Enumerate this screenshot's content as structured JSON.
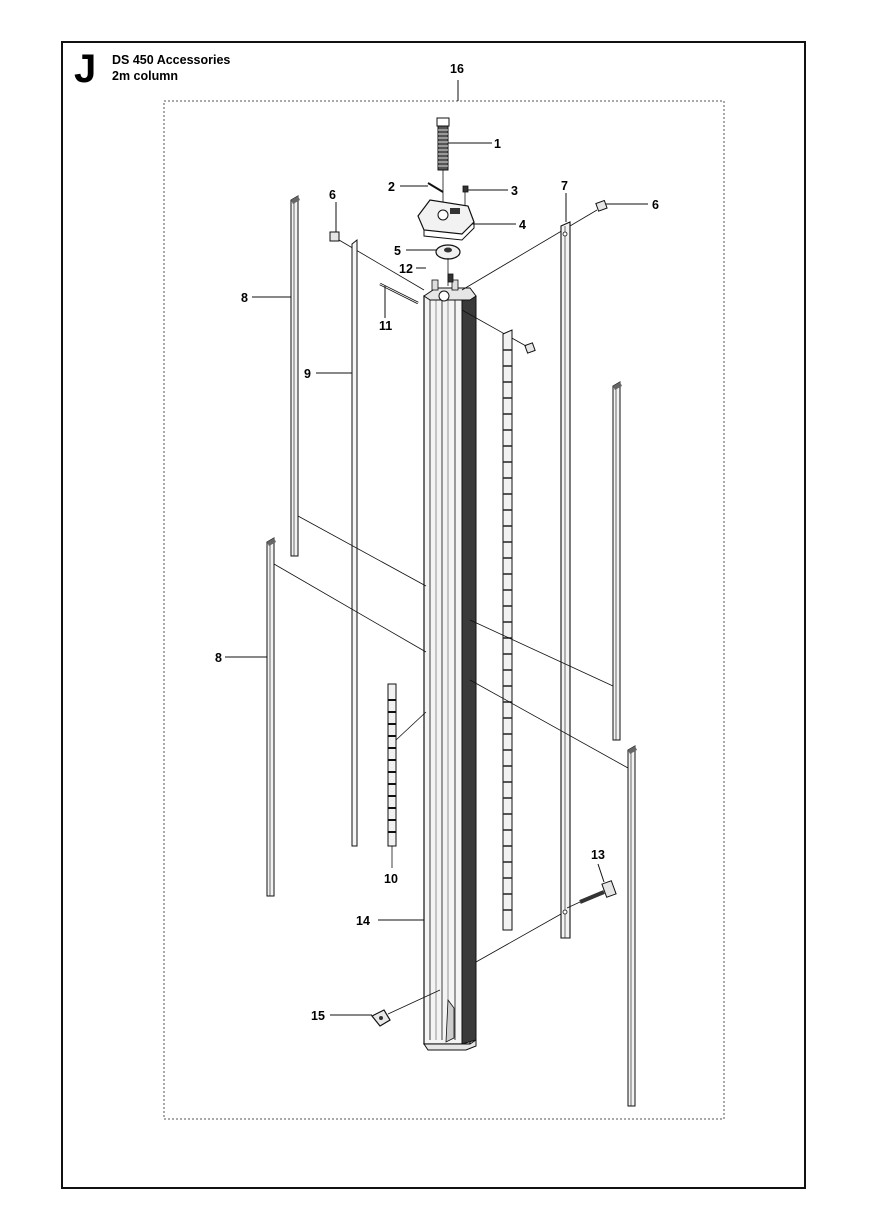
{
  "header": {
    "section_letter": "J",
    "title_line1": "DS 450 Accessories",
    "title_line2": "2m column"
  },
  "callouts": {
    "c1": "1",
    "c2": "2",
    "c3": "3",
    "c4": "4",
    "c5": "5",
    "c6a": "6",
    "c6b": "6",
    "c7": "7",
    "c8a": "8",
    "c8b": "8",
    "c9": "9",
    "c10": "10",
    "c11": "11",
    "c12": "12",
    "c13": "13",
    "c14": "14",
    "c15": "15",
    "c16": "16"
  },
  "colors": {
    "line": "#111111",
    "part_fill": "#f2f2f2",
    "part_dark": "#333333"
  }
}
